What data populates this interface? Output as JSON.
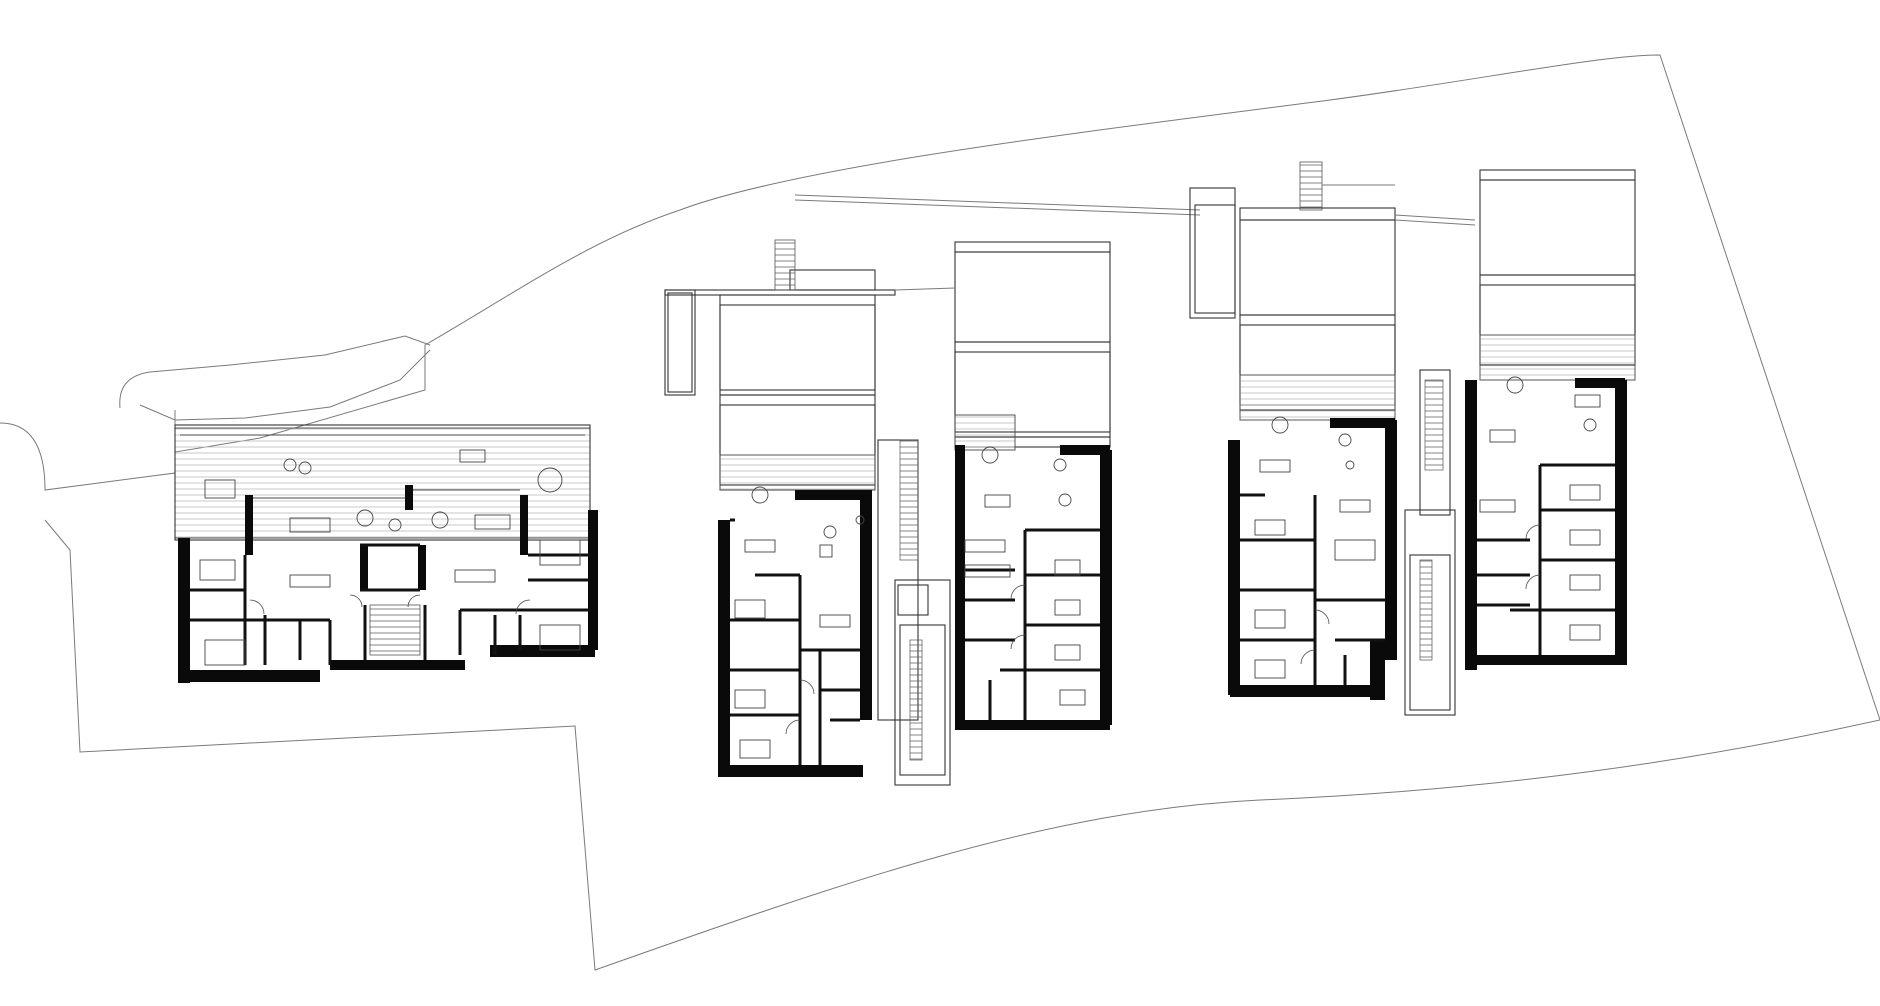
{
  "figure": {
    "type": "site floor plan",
    "line_color": "#111111",
    "background": "#ffffff"
  },
  "buildings": [
    {
      "id": "house-1",
      "units": 2
    },
    {
      "id": "house-2",
      "units": 2
    },
    {
      "id": "house-3",
      "units": 2
    }
  ]
}
